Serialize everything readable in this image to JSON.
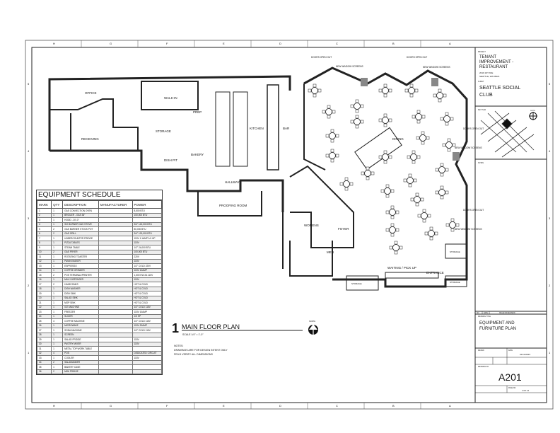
{
  "grid": {
    "columns": [
      "H",
      "G",
      "F",
      "E",
      "D",
      "C",
      "B",
      "A"
    ],
    "rows": [
      "5",
      "4",
      "3",
      "2",
      "1"
    ]
  },
  "rooms": {
    "office": "OFFICE",
    "receiving": "RECEIVING",
    "storage": "STORAGE",
    "walk_in": "WALK-IN",
    "prep": "PREP",
    "bakery": "BAKERY",
    "dish_pit": "DISH PIT",
    "kitchen": "KITCHEN",
    "bar": "BAR",
    "dining": "DINING",
    "hallway": "HALLWAY",
    "proofing": "PROOFING ROOM",
    "womens": "WOMENS",
    "men": "MEN",
    "foyer": "FOYER",
    "entrance": "ENTRANCE",
    "waiting": "WAITING / PICK UP",
    "storage2": "STORAGE",
    "storage3": "STORAGE",
    "storage4": "STORAGE",
    "doors_open_out": "DOORS OPEN OUT",
    "new_window_screens": "NEW WINDOW SCREENS"
  },
  "plan_title": {
    "number": "1",
    "title": "MAIN FLOOR PLAN",
    "scale": "SCALE 1/4\" = 1'-0\"",
    "north": "NORTH"
  },
  "notes": {
    "heading": "NOTES:",
    "lines": [
      "DRAWINGS ARE FOR DESIGN INTENT ONLY",
      "FEILD VERIFY ALL DIMENSIONS"
    ]
  },
  "schedule": {
    "title": "EQUIPMENT SCHEDULE",
    "headers": [
      "MARK",
      "QTY",
      "DESCRIPTION",
      "MANUFACTURER",
      "POWER"
    ],
    "rows": [
      [
        "1",
        "1",
        "GAS CONVECTION OVEN",
        "",
        "8,500 BTU"
      ],
      [
        "2",
        "1",
        "BROILER - GAS 36\"",
        "",
        "100,000 BTU"
      ],
      [
        "3",
        "1",
        "HOOD - 20'-0\"",
        "",
        ""
      ],
      [
        "4",
        "1",
        "SIX BURNER GAS STOVE",
        "",
        "3/4\" 140,000 BTU"
      ],
      [
        "5",
        "2",
        "GAS BURNER STOCK POT",
        "",
        "80,000 BTU"
      ],
      [
        "6",
        "2",
        "GAS GRILL",
        "",
        "3/4\" 100,000 BTU"
      ],
      [
        "7",
        "1",
        "UNDERCOUNTER FRIDGE",
        "",
        "115V 1.1AMP 1/4 HP"
      ],
      [
        "8",
        "1",
        "PIZZA TABLES",
        "",
        "115V"
      ],
      [
        "9",
        "1",
        "STEAM TABLE",
        "",
        "1/2\" 24,000 BTU"
      ],
      [
        "10",
        "2",
        "GAS FRYER",
        "",
        "100,000 BTU"
      ],
      [
        "11",
        "1",
        "ROTATING TOASTER",
        "",
        "220V"
      ],
      [
        "12",
        "1",
        "PANINI MAKER",
        "",
        "115V"
      ],
      [
        "13",
        "1",
        "ESPRESSO",
        "",
        "1/2\" COLD 220V"
      ],
      [
        "14",
        "1",
        "COFFEE GRINDER",
        "",
        "115V 10AMP"
      ],
      [
        "15",
        "2",
        "POS TERMINAL/PRINTER",
        "",
        "1,500 KW 2A 115V"
      ],
      [
        "16",
        "1",
        "MILK DISPENSER",
        "",
        "115V"
      ],
      [
        "17",
        "2",
        "HAND SINKS",
        "",
        "HOT & COLD"
      ],
      [
        "18",
        "1",
        "DISH WASHER",
        "",
        "HOT & COLD"
      ],
      [
        "19",
        "1",
        "DISH SINK",
        "",
        "HOT & COLD"
      ],
      [
        "20",
        "1",
        "SALAD SINK",
        "",
        "HOT & COLD"
      ],
      [
        "21",
        "1",
        "MOP SINK",
        "",
        "HOT & COLD"
      ],
      [
        "22",
        "1",
        "ICE MACHINE",
        "",
        "1/2\" COLD 115V"
      ],
      [
        "23",
        "1",
        "FREEZER",
        "",
        "115V 10AMP"
      ],
      [
        "24",
        "1",
        "SLICER",
        "",
        "1/3 HP"
      ],
      [
        "25",
        "4",
        "COFFEE MACHINE",
        "",
        "1/2\" COLD 115V"
      ],
      [
        "26",
        "1",
        "MICROWAVE",
        "",
        "115V 20AMP"
      ],
      [
        "27",
        "1",
        "SODA MACHINE",
        "",
        "1/2\" COLD 115V"
      ],
      [
        "28",
        "1",
        "SCREEN",
        "",
        ""
      ],
      [
        "29",
        "1",
        "SALAD FRIDGE",
        "",
        "115V"
      ],
      [
        "30",
        "1",
        "PASTRY MIXER",
        "",
        "115V"
      ],
      [
        "31",
        "1",
        "METAL TOP WORK TABLE",
        "",
        ""
      ],
      [
        "32",
        "4",
        "POS",
        "",
        "DEDICATED CIRCUIT"
      ],
      [
        "33",
        "1",
        "COOLER",
        "",
        "115V"
      ],
      [
        "34",
        "2",
        "SALAMANDER",
        "",
        ""
      ],
      [
        "35",
        "1",
        "BAKERY CASE",
        "",
        ""
      ],
      [
        "36",
        "2",
        "MINI FRIDGE",
        "",
        ""
      ]
    ]
  },
  "title_block": {
    "project_label": "PROJECT",
    "project": [
      "TENANT",
      "IMPROVEMENT -",
      "RESTAURANT"
    ],
    "address": [
      "2019 1ST AVE",
      "SEATTLE, WA 98121"
    ],
    "client_label": "CLIENT",
    "client": [
      "SEATTLE SOCIAL",
      "CLUB"
    ],
    "key_plan_label": "KEY PLAN",
    "north": "NORTH",
    "notes_label": "NOTES",
    "revision_headers": [
      "NO.",
      "DATE",
      "ISSUE OR REVISION"
    ],
    "drawing_title_label": "DRAWING TITLE",
    "drawing_title": [
      "EQUIPMENT AND",
      "FURNITURE PLAN"
    ],
    "date_label": "DATE",
    "date": "01/14/2023",
    "drawn_label": "DRAWN",
    "drawing_no_label": "DRAWING NO.",
    "drawing_no": "A201",
    "page_label": "PAGE NO.",
    "page": "4  OF  14"
  }
}
